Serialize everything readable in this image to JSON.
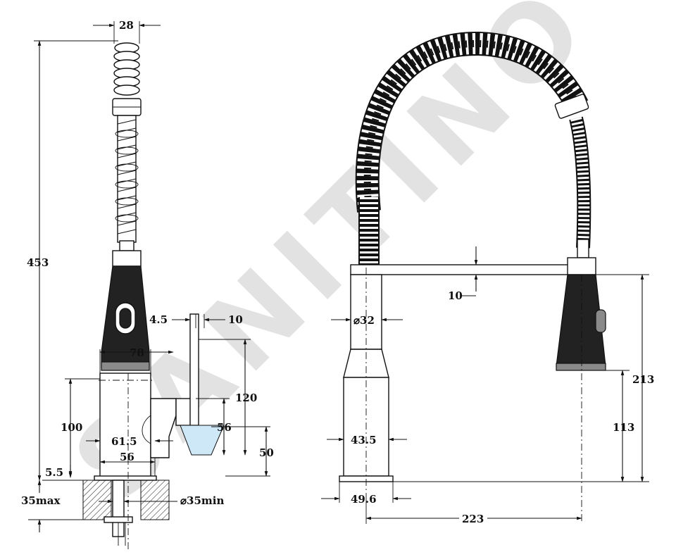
{
  "watermark": "SANITINO",
  "side_view": {
    "labels": {
      "hose_width": "28",
      "total_height": "453",
      "offset_4_5": "4.5",
      "offset_10": "10",
      "body_width": "78",
      "height_120": "120",
      "height_100": "100",
      "height_56": "56",
      "width_61_5": "61.5",
      "height_50": "50",
      "base_width_56": "56",
      "base_5_5": "5.5",
      "deck_35max": "35max",
      "hole_35min": "⌀35min"
    }
  },
  "front_view": {
    "labels": {
      "spout_gap": "10",
      "column_dia": "⌀32",
      "height_213": "213",
      "height_113": "113",
      "body_dia": "43.5",
      "base_dia": "49.6",
      "reach_223": "223"
    }
  },
  "colors": {
    "line": "#111111",
    "background": "#ffffff",
    "watermark": "#dcdcdc",
    "water": "#cfe8f7"
  }
}
